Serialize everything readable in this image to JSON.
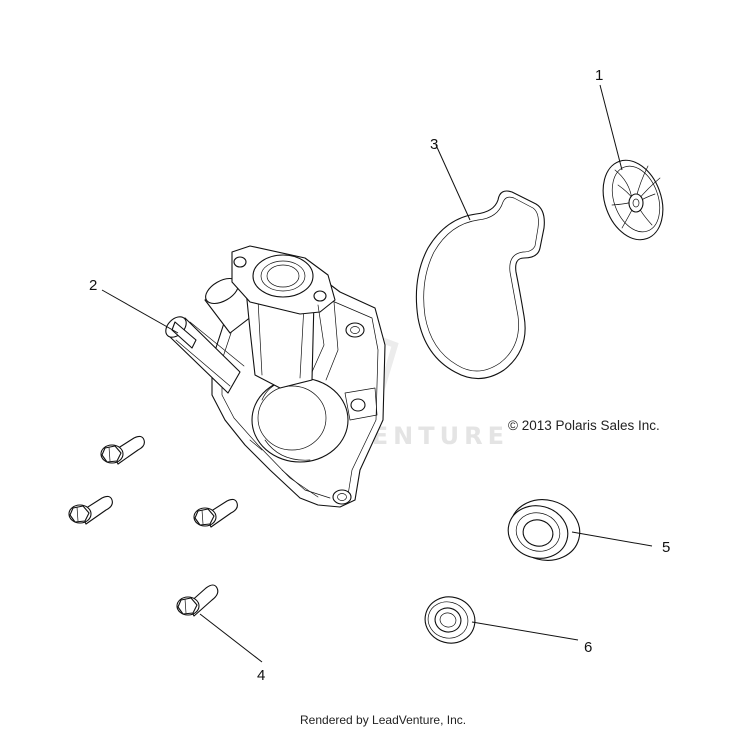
{
  "callouts": [
    "1",
    "2",
    "3",
    "4",
    "5",
    "6"
  ],
  "copyright": "© 2013 Polaris Sales Inc.",
  "footer": "Rendered by LeadVenture, Inc.",
  "watermark": "LEADVENTURE",
  "parts": {
    "impeller": "impeller-drawing",
    "housing": "water-pump-housing-drawing",
    "gasket": "gasket-drawing",
    "bolts": "flange-bolt-drawing",
    "seal_large": "seal-drawing",
    "seal_small": "seal-drawing"
  },
  "colors": {
    "line": "#111111",
    "background": "#ffffff",
    "watermark": "#e4e4e4"
  }
}
